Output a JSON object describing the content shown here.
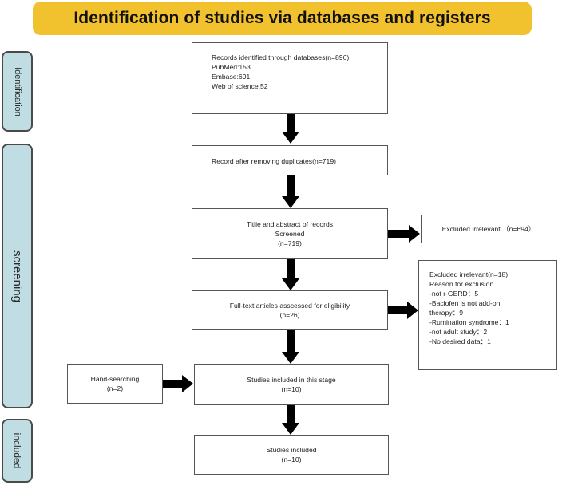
{
  "colors": {
    "banner": "#f2c12e",
    "phase_fill": "#bfdde3",
    "box_border": "#555555",
    "arrow": "#000000"
  },
  "title": "Identification of studies via databases and registers",
  "phases": {
    "identification": "Identification",
    "screening": "screening",
    "included": "included"
  },
  "boxes": {
    "records_identified": [
      "Records identified through databases(n=896)",
      "PubMed:153",
      "Embase:691",
      "Web of science:52"
    ],
    "after_duplicates": [
      "Record after removing duplicates(n=719)"
    ],
    "title_abstract": [
      "Titlie and abstract of records",
      "Screened",
      "(n=719)"
    ],
    "excluded_irrelevant_1": [
      "Excluded irrelevant （n=694）"
    ],
    "full_text": [
      "Full-text articles asscessed for eligibility",
      "(n=26)"
    ],
    "excluded_irrelevant_2": [
      "Excluded irrelevant(n=18)",
      "Reason for exclusion",
      "-not r-GERD：5",
      "-Baclofen is not add-on",
      "therapy：9",
      "-Rumination syndrome：1",
      "-not  adult study：2",
      "-No desired data：1"
    ],
    "hand_searching": [
      "Hand-searching",
      "(n=2)"
    ],
    "included_stage": [
      "Studies included in this stage",
      "(n=10)"
    ],
    "studies_included": [
      "Studies included",
      "(n=10)"
    ]
  }
}
